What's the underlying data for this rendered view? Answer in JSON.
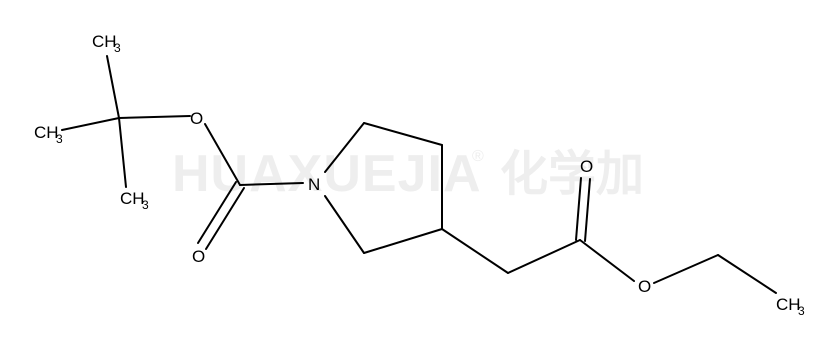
{
  "watermark": {
    "latin": "HUAXUEJIA",
    "registered": "®",
    "cjk": "化学加"
  },
  "atoms": {
    "o_ether_boc": "O",
    "o_carbonyl_boc": "O",
    "n_ring": "N",
    "o_carbonyl_ester": "O",
    "o_ether_ester": "O",
    "ch3_top": {
      "main": "CH",
      "sub": "3"
    },
    "ch3_left": {
      "main": "CH",
      "sub": "3"
    },
    "ch3_bottom": {
      "main": "CH",
      "sub": "3"
    },
    "ch3_ethyl": {
      "main": "CH",
      "sub": "3"
    }
  }
}
